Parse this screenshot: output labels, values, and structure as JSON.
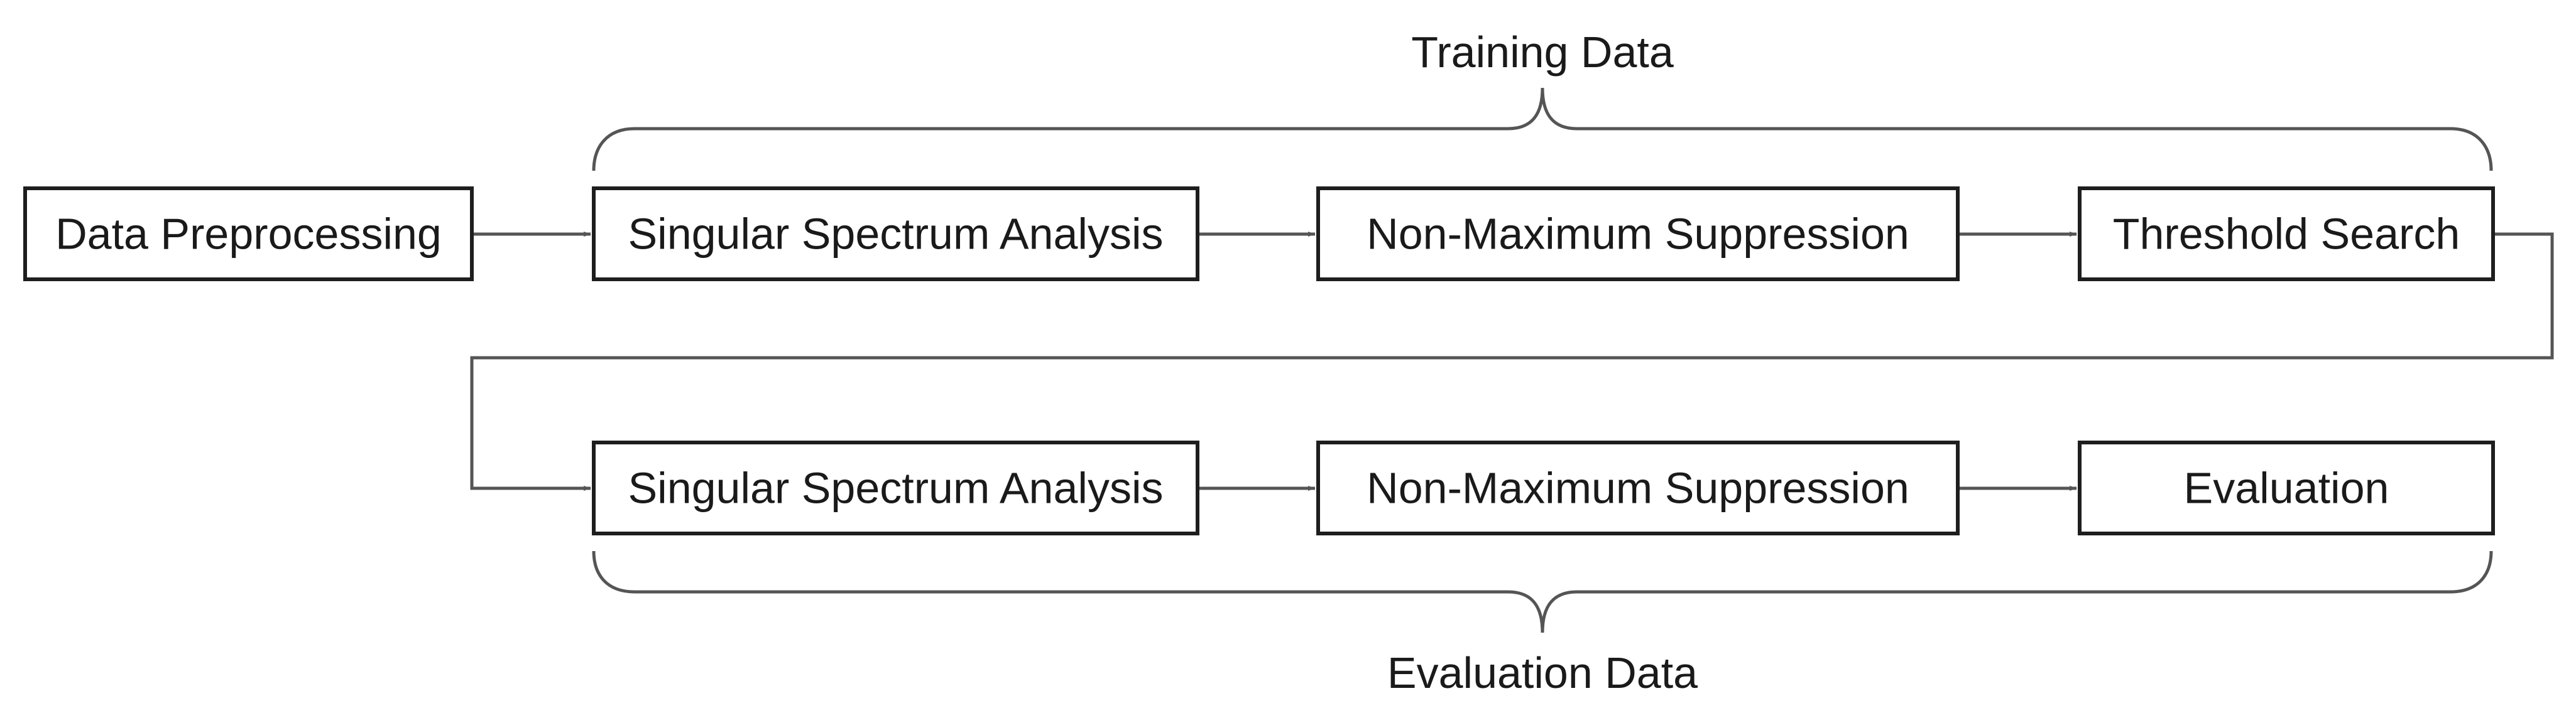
{
  "groups": {
    "training": {
      "label": "Training Data"
    },
    "evaluation": {
      "label": "Evaluation Data"
    }
  },
  "nodes": {
    "data_preprocessing": "Data Preprocessing",
    "train_ssa": "Singular Spectrum Analysis",
    "train_nms": "Non-Maximum Suppression",
    "threshold_search": "Threshold Search",
    "eval_ssa": "Singular Spectrum Analysis",
    "eval_nms": "Non-Maximum Suppression",
    "evaluation": "Evaluation"
  },
  "edges": [
    {
      "from": "data_preprocessing",
      "to": "train_ssa"
    },
    {
      "from": "train_ssa",
      "to": "train_nms"
    },
    {
      "from": "train_nms",
      "to": "threshold_search"
    },
    {
      "from": "threshold_search",
      "to": "eval_ssa"
    },
    {
      "from": "eval_ssa",
      "to": "eval_nms"
    },
    {
      "from": "eval_nms",
      "to": "evaluation"
    }
  ],
  "colors": {
    "box_stroke": "#1e1e1e",
    "connector": "#555555",
    "text": "#1a1a1a"
  }
}
